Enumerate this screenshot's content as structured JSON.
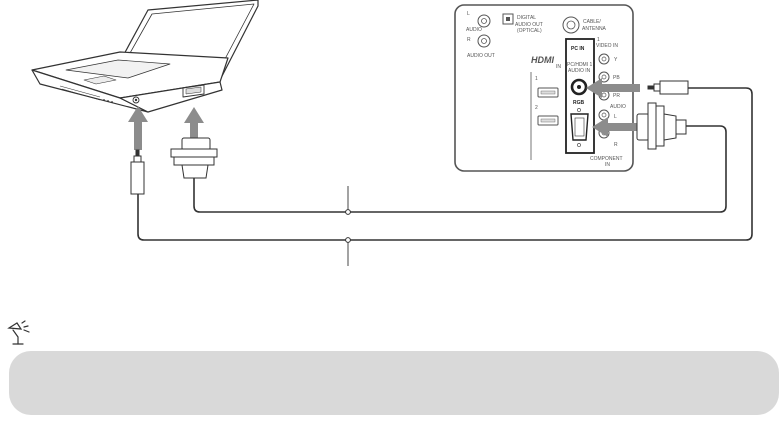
{
  "colors": {
    "background": "#ffffff",
    "line": "#333333",
    "arrow": "#8c8c8c",
    "panel_border": "#555555",
    "tip_box": "#d9d9d9"
  },
  "icons": {
    "laptop": "laptop-icon",
    "tv_panel": "tv-terminal-panel",
    "plug": "mini-plug-icon",
    "vga": "vga-connector-icon",
    "tip": "lamp-tip-icon"
  },
  "panel": {
    "audio_l": "L",
    "audio": "AUDIO",
    "audio_r": "R",
    "audio_out": "AUDIO OUT",
    "digital_audio_out": "DIGITAL",
    "digital_audio_out2": "AUDIO OUT",
    "optical": "(OPTICAL)",
    "cable_antenna": "CABLE/",
    "cable_antenna2": "ANTENNA",
    "hdmi": "HDMI",
    "hdmi_in": "IN",
    "hdmi_1": "1",
    "hdmi_2": "2",
    "pc_in": "PC IN",
    "pc_hdmi_audio": "PC/HDMI 1",
    "pc_audio_in": "AUDIO IN",
    "rgb": "RGB",
    "video_in_1": "1",
    "video_in": "VIDEO IN",
    "comp_y": "Y",
    "comp_pb": "PB",
    "comp_pr": "PR",
    "comp_audio": "AUDIO",
    "comp_l": "L",
    "comp_r": "R",
    "component_in": "COMPONENT",
    "component_in2": "IN"
  }
}
